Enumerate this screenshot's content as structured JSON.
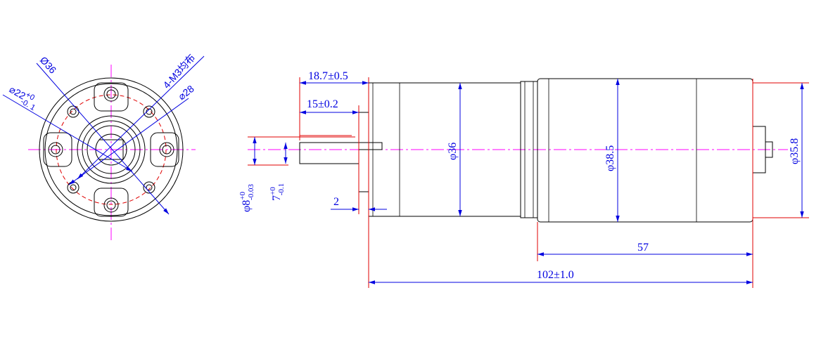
{
  "colors": {
    "outline": "#000000",
    "dimension": "#0000e0",
    "extension_line": "#e00000",
    "centerline": "#ff00ff"
  },
  "end_view": {
    "label_outer_dia": "Ø36",
    "label_pilot": "⌀22",
    "label_pilot_tol_upper": "+0",
    "label_pilot_tol_lower": "-0. 1",
    "label_holes": "4-M3均布",
    "label_pcd": "⌀28"
  },
  "side_view": {
    "label_shaft_length": "18.7±0.5",
    "label_flat_length": "15±0.2",
    "label_shaft_dia": "φ8",
    "label_shaft_dia_tol_upper": "+0",
    "label_shaft_dia_tol_lower": "-0.03",
    "label_flat": "7",
    "label_flat_tol_upper": "+0",
    "label_flat_tol_lower": "-0.1",
    "label_boss": "2",
    "label_gearbox_dia": "φ36",
    "label_motor_dia": "φ38.5",
    "label_endcap_dia": "φ35.8",
    "label_motor_length": "57",
    "label_total_length": "102±1.0"
  }
}
